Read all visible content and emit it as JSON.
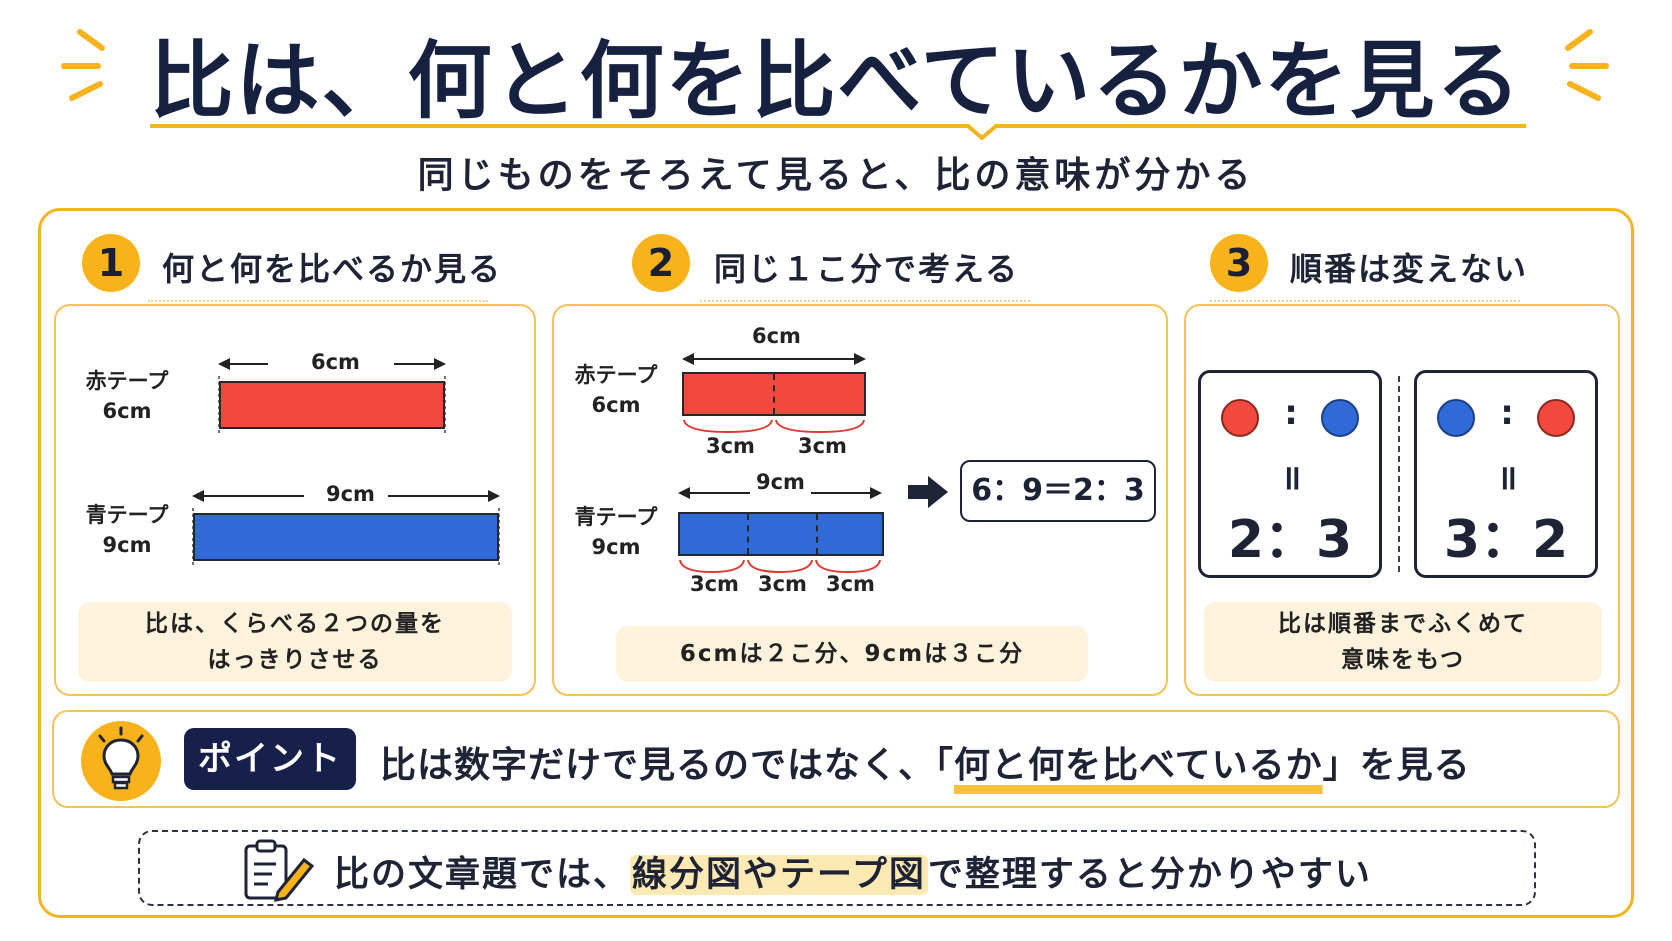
{
  "title": "比は、何と何を比べているかを見る",
  "subtitle": "同じものをそろえて見ると、比の意味が分かる",
  "colors": {
    "accent": "#f7b21c",
    "red": "#f2493f",
    "blue": "#2f6ad6",
    "navy": "#17204a"
  },
  "steps": [
    {
      "num": "1",
      "title": "何と何を比べるか見る",
      "red_label_1": "赤テープ",
      "red_label_2": "6cm",
      "red_length": "6cm",
      "blue_label_1": "青テープ",
      "blue_label_2": "9cm",
      "blue_length": "9cm",
      "caption_1": "比は、くらべる２つの量を",
      "caption_2": "はっきりさせる"
    },
    {
      "num": "2",
      "title": "同じ１こ分で考える",
      "red_label_1": "赤テープ",
      "red_label_2": "6cm",
      "red_length": "6cm",
      "blue_label_1": "青テープ",
      "blue_label_2": "9cm",
      "blue_length": "9cm",
      "segment": "3cm",
      "equation": "6：9＝2：3",
      "caption": "6cmは２こ分、9cmは３こ分"
    },
    {
      "num": "3",
      "title": "順番は変えない",
      "colon": ":",
      "equals": "॥",
      "ratio_a": "2：3",
      "ratio_b": "3：2",
      "caption_1": "比は順番までふくめて",
      "caption_2": "意味をもつ"
    }
  ],
  "point": {
    "icon": "lightbulb-icon",
    "label": "ポイント",
    "text_before": "比は数字だけで見るのではなく、「",
    "text_highlight": "何と何を比べているか",
    "text_after": "」を見る"
  },
  "tip": {
    "icon": "clipboard-pencil-icon",
    "text_before": "比の文章題では、",
    "text_highlight": "線分図やテープ図",
    "text_after": "で整理すると分かりやすい"
  }
}
